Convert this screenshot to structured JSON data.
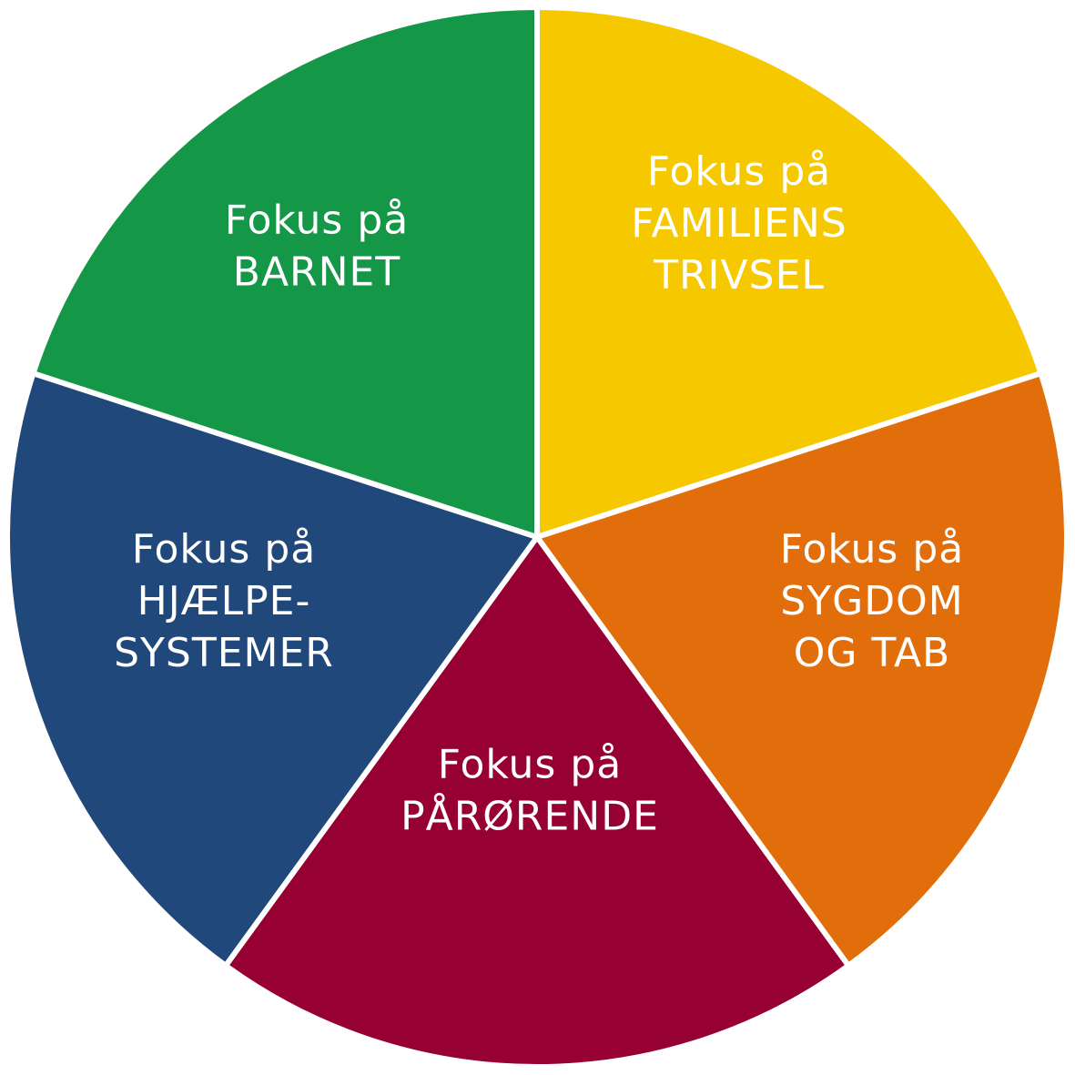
{
  "diagram": {
    "type": "segmented-wheel",
    "colors": {
      "separator": "#ffffff"
    },
    "segments": [
      {
        "id": "familiens-trivsel",
        "color": "#f5c800",
        "lines": [
          "Fokus på",
          "FAMILIENS",
          "TRIVSEL"
        ]
      },
      {
        "id": "sygdom-og-tab",
        "color": "#e26e0b",
        "lines": [
          "Fokus på",
          "SYGDOM",
          "OG TAB"
        ]
      },
      {
        "id": "parorende",
        "color": "#970032",
        "lines": [
          "Fokus på",
          "PÅRØRENDE"
        ]
      },
      {
        "id": "hjaelpesystemer",
        "color": "#21487b",
        "lines": [
          "Fokus på",
          "HJÆLPE-",
          "SYSTEMER"
        ]
      },
      {
        "id": "barnet",
        "color": "#149747",
        "lines": [
          "Fokus på",
          "BARNET"
        ]
      }
    ]
  }
}
